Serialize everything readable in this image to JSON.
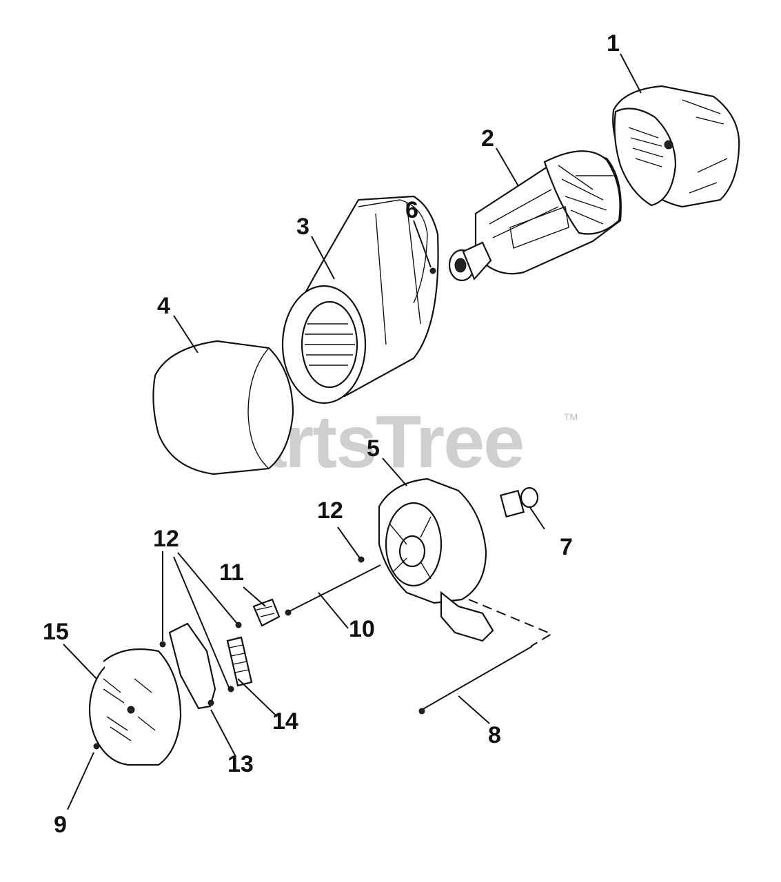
{
  "watermark": {
    "text": "PartsTree",
    "trademark": "TM"
  },
  "parts": [
    {
      "number": "1",
      "icon": "end-bell-housing-icon"
    },
    {
      "number": "2",
      "icon": "rotor-icon"
    },
    {
      "number": "3",
      "icon": "stator-icon"
    },
    {
      "number": "4",
      "icon": "stator-cover-icon"
    },
    {
      "number": "5",
      "icon": "rear-bearing-carrier-icon"
    },
    {
      "number": "6",
      "icon": "screw-icon"
    },
    {
      "number": "7",
      "icon": "connector-icon"
    },
    {
      "number": "8",
      "icon": "stud-icon"
    },
    {
      "number": "9",
      "icon": "screw-icon"
    },
    {
      "number": "10",
      "icon": "through-bolt-icon"
    },
    {
      "number": "11",
      "icon": "brush-holder-icon"
    },
    {
      "number": "12",
      "icon": "screw-icon"
    },
    {
      "number": "13",
      "icon": "bracket-icon"
    },
    {
      "number": "14",
      "icon": "rectifier-icon"
    },
    {
      "number": "15",
      "icon": "end-cover-icon"
    }
  ]
}
